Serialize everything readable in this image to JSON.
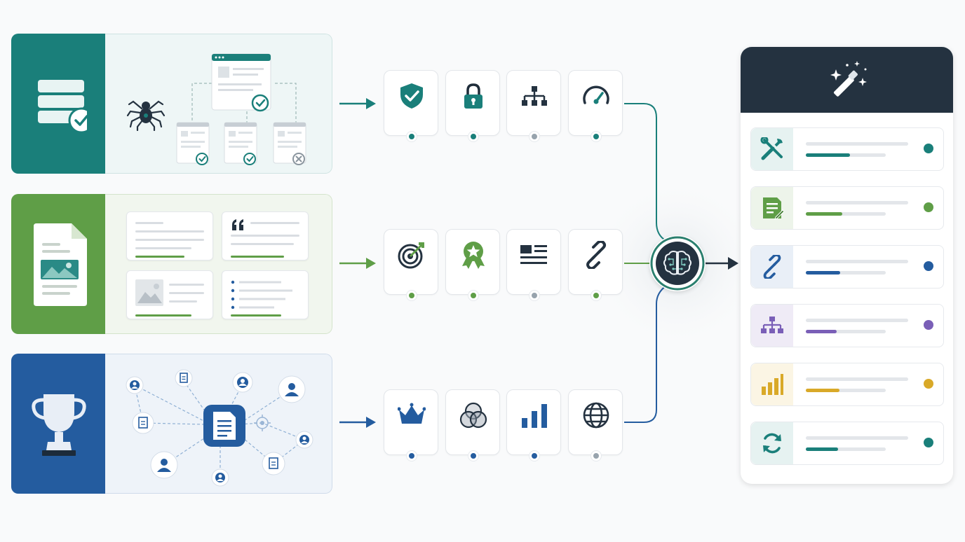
{
  "colors": {
    "teal": "#1a7f7a",
    "teal_dark": "#166d69",
    "green": "#5f9e47",
    "blue": "#245c9f",
    "gray_dot": "#97a3ad",
    "dark_header": "#243240",
    "purple": "#7a5fb7",
    "yellow": "#d9a928"
  },
  "inputs": [
    {
      "id": "crawl",
      "icon": "server-check-icon",
      "detail": "crawler-site-tree",
      "color": "#1a7f7a"
    },
    {
      "id": "content",
      "icon": "document-image-icon",
      "detail": "content-cards",
      "color": "#5f9e47"
    },
    {
      "id": "authority",
      "icon": "trophy-icon",
      "detail": "link-network",
      "color": "#245c9f"
    }
  ],
  "signal_rows": [
    {
      "color": "#1a7f7a",
      "tiles": [
        {
          "icon": "shield-check-icon",
          "status": "active"
        },
        {
          "icon": "lock-icon",
          "status": "active"
        },
        {
          "icon": "sitemap-icon",
          "status": "inactive"
        },
        {
          "icon": "speedometer-icon",
          "status": "active"
        }
      ]
    },
    {
      "color": "#5f9e47",
      "tiles": [
        {
          "icon": "target-icon",
          "status": "active"
        },
        {
          "icon": "award-ribbon-icon",
          "status": "active"
        },
        {
          "icon": "article-layout-icon",
          "status": "inactive"
        },
        {
          "icon": "link-chain-icon",
          "status": "active"
        }
      ]
    },
    {
      "color": "#245c9f",
      "tiles": [
        {
          "icon": "crown-icon",
          "status": "active"
        },
        {
          "icon": "venn-diagram-icon",
          "status": "active"
        },
        {
          "icon": "bar-chart-icon",
          "status": "active"
        },
        {
          "icon": "globe-icon",
          "status": "inactive"
        }
      ]
    }
  ],
  "hub": {
    "icon": "ai-brain-icon"
  },
  "output_panel": {
    "header_icon": "magic-wand-icon",
    "items": [
      {
        "icon": "tools-icon",
        "color": "#1a7f7a",
        "progress": 0.55
      },
      {
        "icon": "edit-document-icon",
        "color": "#5f9e47",
        "progress": 0.46
      },
      {
        "icon": "link-chain-icon",
        "color": "#245c9f",
        "progress": 0.43
      },
      {
        "icon": "sitemap-icon",
        "color": "#7a5fb7",
        "progress": 0.39
      },
      {
        "icon": "bar-chart-icon",
        "color": "#d9a928",
        "progress": 0.42
      },
      {
        "icon": "refresh-icon",
        "color": "#1a7f7a",
        "progress": 0.4
      }
    ]
  }
}
